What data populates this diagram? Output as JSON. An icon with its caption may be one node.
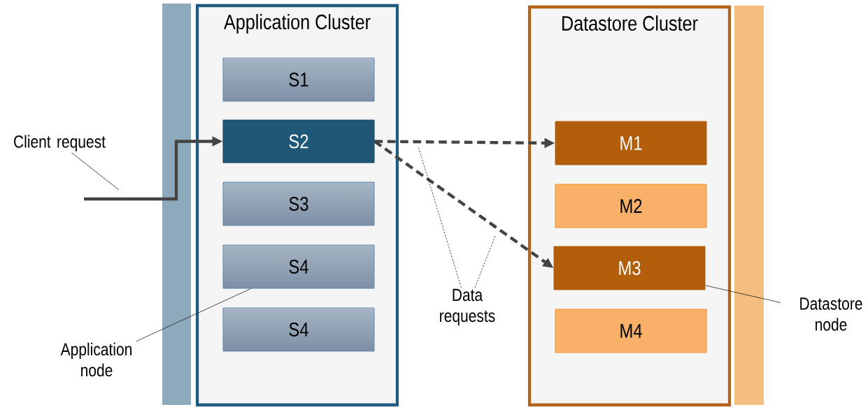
{
  "diagram": {
    "nodes": [
      {
        "text": [
          "Application Cluster"
        ]
      },
      {
        "text": [
          "S1"
        ],
        "in": 0
      },
      {
        "text": [
          "S2"
        ],
        "in": 0
      },
      {
        "text": [
          "S3"
        ],
        "in": 0
      },
      {
        "text": [
          "S4"
        ],
        "in": 0
      },
      {
        "text": [
          "S4"
        ],
        "in": 0
      },
      {
        "text": [
          "Datastore Cluster"
        ]
      },
      {
        "text": [
          "M1"
        ],
        "in": 6
      },
      {
        "text": [
          "M2"
        ],
        "in": 6
      },
      {
        "text": [
          "M3"
        ],
        "in": 6
      },
      {
        "text": [
          "M4"
        ],
        "in": 6
      },
      {
        "text": [
          "Client request"
        ]
      },
      {
        "text": [
          "Application node"
        ]
      },
      {
        "text": [
          "Data requests"
        ]
      },
      {
        "text": [
          "Datastore node"
        ]
      },
      {
        "text": [],
        "shape": "bar"
      },
      {
        "text": [],
        "shape": "bar"
      }
    ],
    "edges": [
      {
        "from": null,
        "to": 2,
        "arrow": "to",
        "style": "thick",
        "color": "#444444"
      },
      {
        "from": 2,
        "to": 7,
        "arrow": "to",
        "style": "dashed",
        "color": "#444444"
      },
      {
        "from": 2,
        "to": 9,
        "arrow": "to",
        "style": "dashed",
        "color": "#444444"
      },
      {
        "from": 11,
        "to": null,
        "arrow": "none"
      },
      {
        "from": 12,
        "to": 4,
        "arrow": "none"
      },
      {
        "from": 13,
        "to": null,
        "arrow": "none",
        "style": "dashed"
      },
      {
        "from": 13,
        "to": null,
        "arrow": "none",
        "style": "dashed"
      },
      {
        "from": 14,
        "to": 9,
        "arrow": "none"
      }
    ]
  }
}
